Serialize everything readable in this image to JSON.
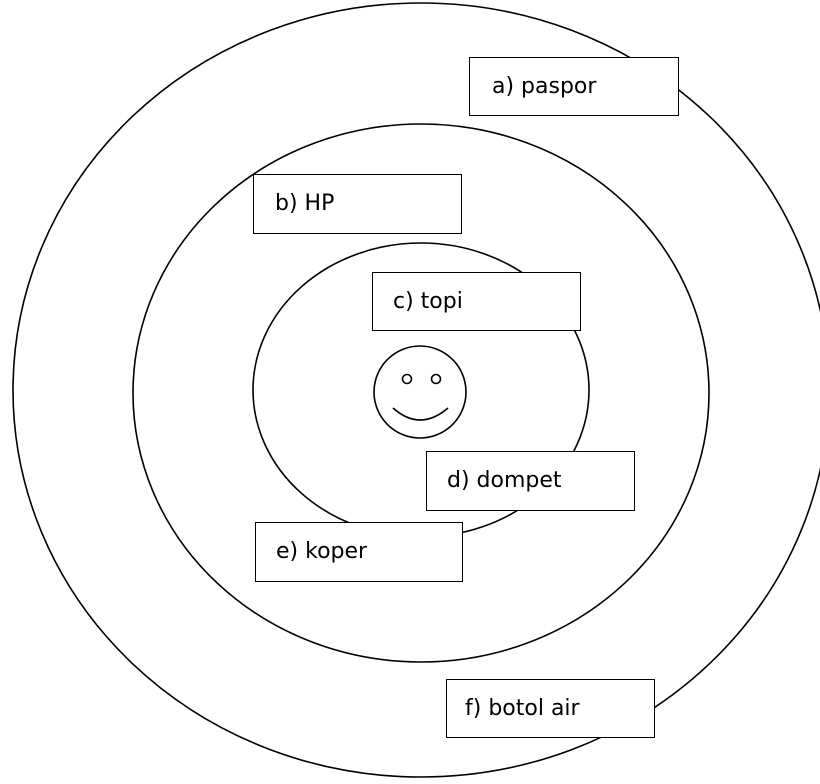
{
  "diagram": {
    "labels": {
      "a": "a) paspor",
      "b": "b) HP",
      "c": "c) topi",
      "d": "d) dompet",
      "e": "e) koper",
      "f": "f) botol air"
    },
    "rings": [
      "outer",
      "middle",
      "inner"
    ],
    "center_icon": "smiley-face-icon",
    "colors": {
      "stroke": "#000000",
      "background": "#ffffff"
    }
  }
}
